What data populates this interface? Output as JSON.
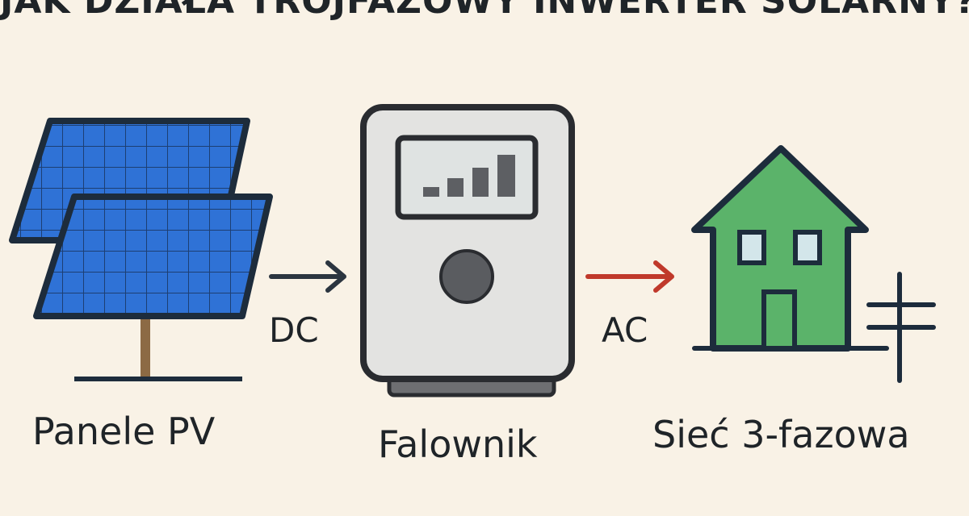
{
  "title": "JAK DZIAŁA TRÓJFAZOWY INWERTER SOLARNY?",
  "nodes": {
    "panels": {
      "label": "Panele PV"
    },
    "inverter": {
      "label": "Falownik"
    },
    "grid": {
      "label": "Sieć 3-fazowa"
    }
  },
  "flows": {
    "dc": {
      "label": "DC",
      "color": "#2b3540"
    },
    "ac": {
      "label": "AC",
      "color": "#c0392b"
    }
  },
  "icons": {
    "panels": "solar-panel-icon",
    "inverter": "inverter-icon",
    "house": "house-icon",
    "pole": "power-pole-icon"
  },
  "colors": {
    "background": "#f9f2e6",
    "panel_blue": "#2f72d6",
    "house_green": "#5bb36a",
    "inverter_body": "#e3e3e1"
  },
  "inverter_display": {
    "signal_bars": [
      1,
      2,
      3,
      4
    ]
  }
}
